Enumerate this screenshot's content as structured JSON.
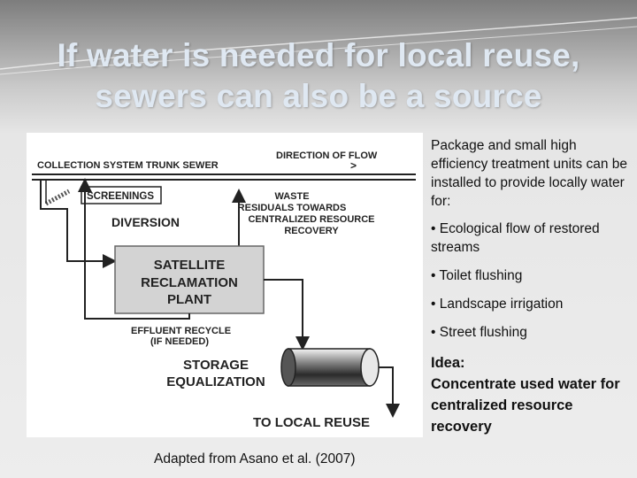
{
  "slide": {
    "title_line1": "If water is needed for local reuse,",
    "title_line2": "sewers can also be a source"
  },
  "diagram": {
    "collection_sewer": "COLLECTION SYSTEM TRUNK SEWER",
    "direction_of_flow": "DIRECTION OF FLOW",
    "flow_arrow": ">",
    "screenings": "SCREENINGS",
    "diversion": "DIVERSION",
    "waste_line1": "WASTE",
    "waste_line2": "RESIDUALS TOWARDS",
    "waste_line3": "CENTRALIZED RESOURCE",
    "waste_line4": "RECOVERY",
    "plant_line1": "SATELLITE",
    "plant_line2": "RECLAMATION",
    "plant_line3": "PLANT",
    "effluent_line1": "EFFLUENT RECYCLE",
    "effluent_line2": "(IF NEEDED)",
    "storage_line1": "STORAGE",
    "storage_line2": "EQUALIZATION",
    "local_reuse": "TO LOCAL REUSE"
  },
  "right_panel": {
    "intro": "Package and small high efficiency treatment units can be installed to provide locally water for:",
    "bullets": [
      "• Ecological flow of restored streams",
      "• Toilet flushing",
      "• Landscape irrigation",
      "• Street flushing"
    ],
    "idea_line1": "Idea:",
    "idea_line2": "Concentrate used water for centralized resource recovery"
  },
  "caption": "Adapted from Asano et al. (2007)",
  "colors": {
    "title": "#dfe8f2",
    "plant_box": "#d3d3d3",
    "diagram_bg": "#ffffff"
  }
}
